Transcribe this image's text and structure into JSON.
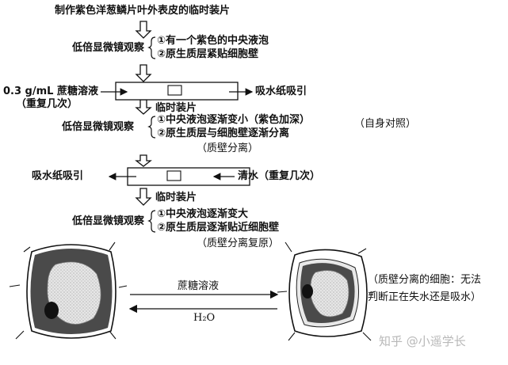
{
  "title": "制作紫色洋葱鳞片叶外表皮的临时装片",
  "step1": {
    "observe": "低倍显微镜观察",
    "obs1": "①有一个紫色的中央液泡",
    "obs2": "②原生质层紧贴细胞壁"
  },
  "step2": {
    "left_solution": "0.3 g/mL 蔗糖溶液",
    "left_repeat": "（重复几次）",
    "right_label": "吸水纸吸引",
    "slide_label": "临时装片",
    "observe": "低倍显微镜观察",
    "obs1": "①中央液泡逐渐变小（紫色加深）",
    "obs2": "②原生质层与细胞壁逐渐分离",
    "note": "（质壁分离）",
    "side_note": "（自身对照）"
  },
  "step3": {
    "left_label": "吸水纸吸引",
    "right_solution": "清水（重复几次）",
    "slide_label": "临时装片",
    "observe": "低倍显微镜观察",
    "obs1": "①中央液泡逐渐变大",
    "obs2": "②原生质层逐渐贴近细胞壁",
    "note": "（质壁分离复原）"
  },
  "bottom": {
    "arrow_top_label": "蔗糖溶液",
    "arrow_bottom_label": "H₂O",
    "note_line1": "（质壁分离的细胞：无法",
    "note_line2": "判断正在失水还是吸水）",
    "watermark": "知乎 @小遥学长"
  },
  "colors": {
    "vacuole_dark": "#4a4a4a",
    "cytoplasm_light": "#dcdcdc",
    "nucleus": "#111111"
  }
}
